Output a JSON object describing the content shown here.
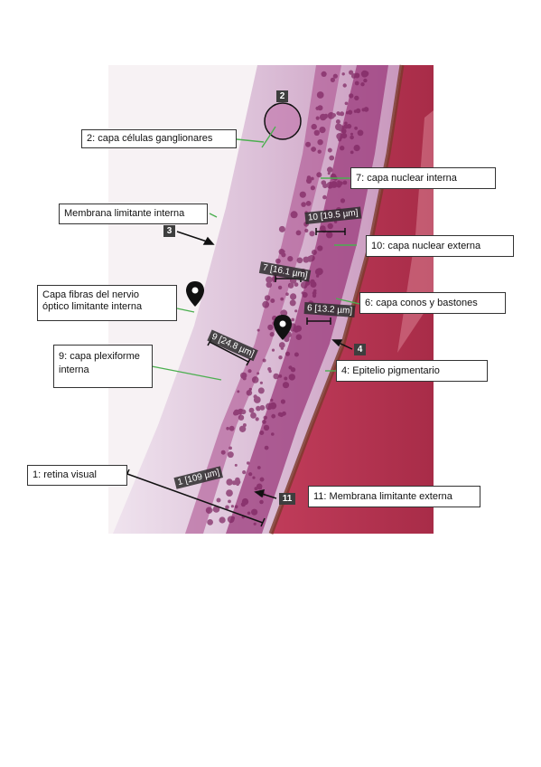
{
  "image": {
    "description_colors": {
      "tissue_light": "#e9d6e6",
      "tissue_mid": "#c48fb8",
      "nuclei_dark": "#8a2a6a",
      "muscle_red": "#b4324e",
      "pointer_green": "#4caf50",
      "label_dark": "#3e3e3e"
    }
  },
  "labels": {
    "l2": "2: capa células ganglionares",
    "l7": "7: capa nuclear interna",
    "lmi": "Membrana limitante interna",
    "l10": "10: capa nuclear externa",
    "lcapa_line1": "Capa fibras del nervio",
    "lcapa_line2": "óptico limitante interna",
    "l6": "6: capa conos y bastones",
    "l9_line1": "9: capa plexiforme",
    "l9_line2": "interna",
    "l4": "4: Epitelio pigmentario",
    "l1": "1: retina visual",
    "l11": "11: Membrana limitante externa"
  },
  "tags": {
    "t2": "2",
    "t3": "3",
    "t4": "4",
    "t11": "11"
  },
  "measurements": {
    "m10": "10 [19.5 µm]",
    "m7": "7 [16.1 µm]",
    "m6": "6 [13.2 µm]",
    "m9": "9 [24.8 µm]",
    "m1": "1 [109 µm]"
  },
  "icons": [
    "map-pin-icon",
    "map-pin-icon"
  ]
}
